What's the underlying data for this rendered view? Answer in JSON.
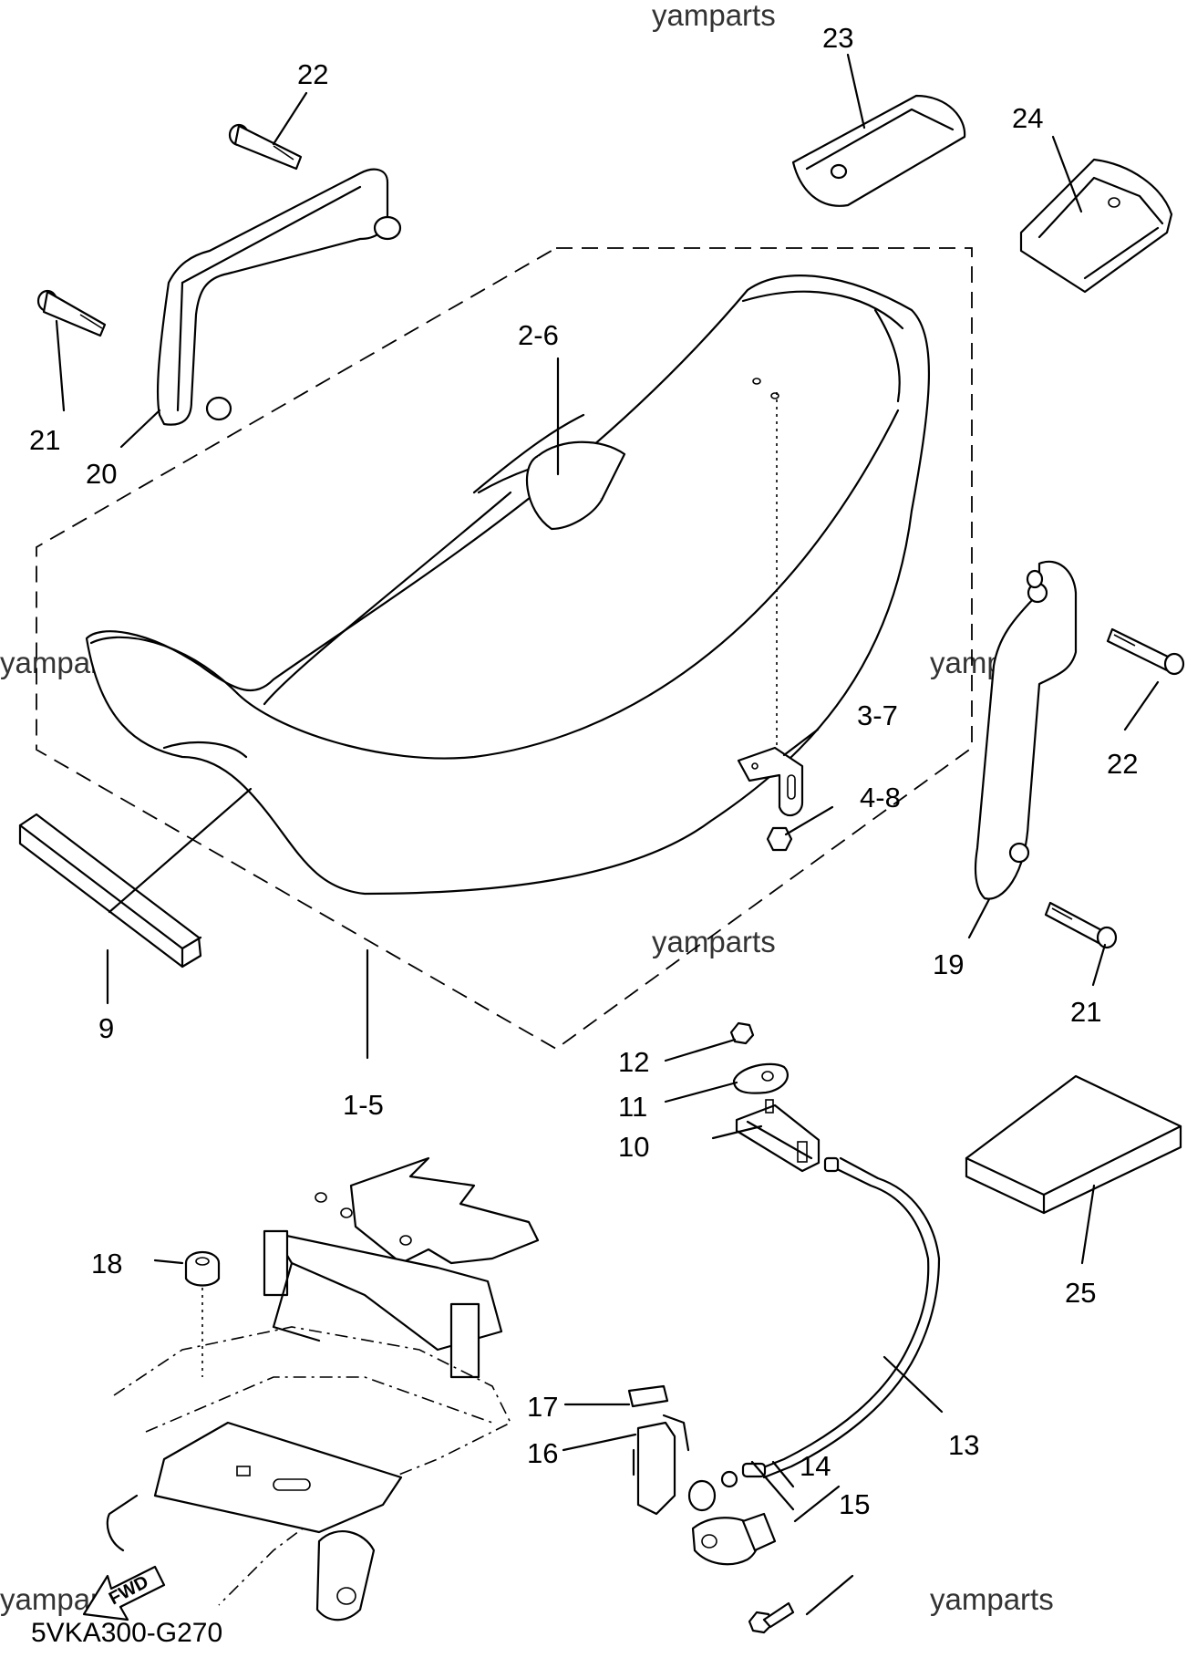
{
  "diagram": {
    "code": "5VKA300-G270",
    "watermark": "yamparts",
    "fwd_marker": "FWD",
    "callouts": {
      "c1_5": "1-5",
      "c2_6": "2-6",
      "c3_7": "3-7",
      "c4_8": "4-8",
      "c9": "9",
      "c10": "10",
      "c11": "11",
      "c12": "12",
      "c13": "13",
      "c14": "14",
      "c15": "15",
      "c16": "16",
      "c17": "17",
      "c18": "18",
      "c19": "19",
      "c20": "20",
      "c21_left": "21",
      "c21_right": "21",
      "c22_left": "22",
      "c22_right": "22",
      "c23": "23",
      "c24": "24",
      "c25": "25"
    }
  }
}
